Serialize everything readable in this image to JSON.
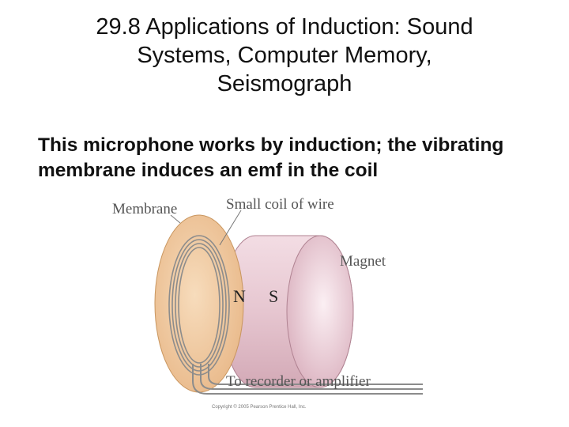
{
  "slide": {
    "title_lines": [
      "29.8 Applications of Induction: Sound",
      "Systems, Computer Memory,",
      "Seismograph"
    ],
    "body": "This microphone works by induction; the vibrating membrane induces an emf in the coil"
  },
  "figure": {
    "labels": {
      "membrane": "Membrane",
      "coil": "Small coil of wire",
      "magnet": "Magnet",
      "north": "N",
      "south": "S",
      "output": "To recorder or amplifier"
    },
    "copyright": "Copyright © 2005 Pearson Prentice Hall, Inc.",
    "colors": {
      "membrane": "#f2caa0",
      "magnet": "#e6c6d0",
      "wire": "#8c8c8c"
    }
  }
}
